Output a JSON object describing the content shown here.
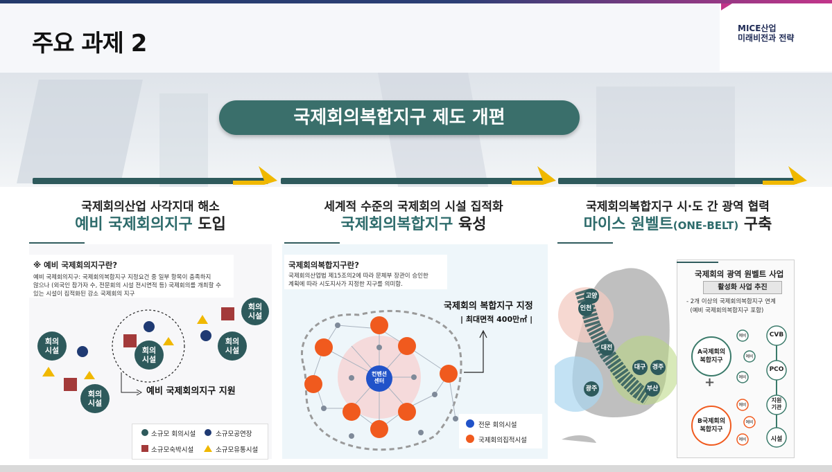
{
  "header": {
    "title": "주요 과제 2",
    "brand_line1": "MICE산업",
    "brand_line2": "미래비전과 전략"
  },
  "main_title": "국제회의복합지구 제도 개편",
  "columns": [
    {
      "sub": "국제회의산업 사각지대 해소",
      "main_hl": "예비 국제회의지구",
      "main_rest": " 도입",
      "box_title": "※ 예비 국제회의지구란?",
      "box_text": [
        "예비 국제회의지구: 국제회의복합지구 지정요건 중 일부 항목이 충족하지",
        "않으나 (외국인 참가자 수, 전문회의 시설 전시면적 등) 국제회의를 개최할 수",
        "있는 시설이 집적화된 강소 국제회의 지구"
      ],
      "circle_label": "회의\n시설",
      "support_label": "예비 국제회의지구 지원",
      "legend": [
        "소규모 회의시설",
        "소규모공연장",
        "소규모숙박시설",
        "소규모유통시설"
      ]
    },
    {
      "sub": "세계적 수준의 국제회의 시설 집적화",
      "main_hl": "국제회의복합지구",
      "main_rest": "  육성",
      "box_title": "국제회의복합지구란?",
      "box_text": [
        "국제회의산업법 제15조의2에 따라 문체부 장관이 승인한",
        "계획에 따라 시도지사가 지정한 지구를 의미함."
      ],
      "designation_title": "국제회의 복합지구 지정",
      "designation_sub": "| 최대면적 400만㎡ |",
      "center_label": "컨벤션\n센터",
      "legend": [
        "전문  회의시설",
        "국제회의집적시설"
      ]
    },
    {
      "sub": "국제회의복합지구 시·도 간 광역 협력",
      "main_hl": "마이스 원벨트",
      "main_small": "(ONE-BELT)",
      "main_rest": " 구축",
      "box_title": "국제회의 광역 원벨트 사업",
      "box_badge": "활성화 사업 추진",
      "box_text": [
        "- 2개 이상의 국제회의복합지구 연계",
        "  (예비 국제회의복합지구 포함)"
      ],
      "map_cities": [
        "고양",
        "인천",
        "대전",
        "대구",
        "경주",
        "광주",
        "부산"
      ],
      "group_a": "A국제회의\n복합지구",
      "group_b": "B국제회의\n복합지구",
      "small_node": "예비",
      "plus": "+",
      "partners": [
        "CVB",
        "PCO",
        "지원\n기관",
        "시설"
      ]
    }
  ],
  "colors": {
    "teal": "#2e5a5c",
    "pill": "#3a6f6b",
    "navy": "#1f3a73",
    "orange": "#f05a1e",
    "blue": "#2153c9",
    "red_square": "#a33a3a",
    "yellow": "#f0b800"
  }
}
